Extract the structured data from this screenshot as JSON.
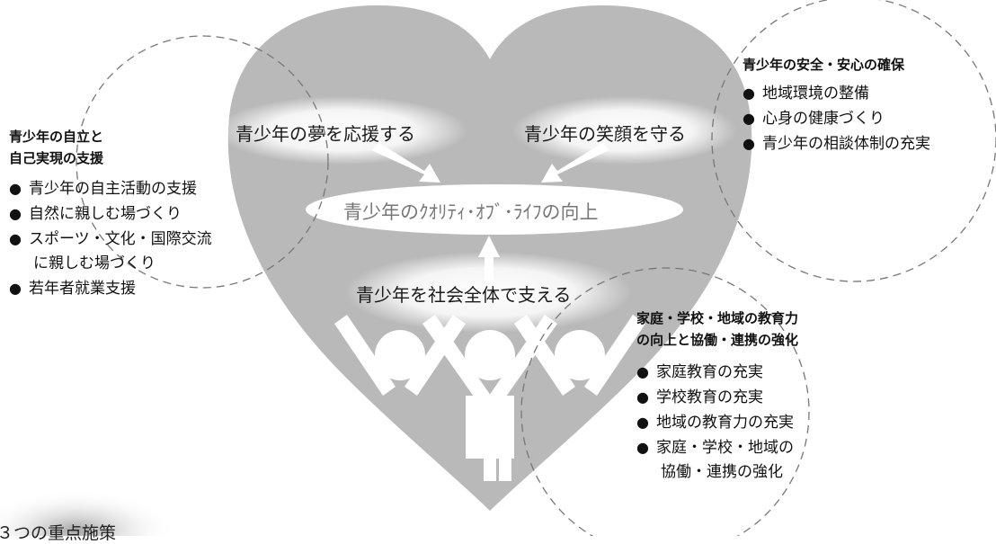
{
  "top_left_phrase": "青少年の夢を応援する",
  "top_right_phrase": "青少年の笑顔を守る",
  "center_goal": "青少年のｸｵﾘﾃｨ･ｵﾌﾞ･ﾗｲﾌの向上",
  "bottom_phrase": "青少年を社会全体で支える",
  "bullet_symbol": "●",
  "bottom_left_partial": "３つの重点施策",
  "groups": {
    "left": {
      "heading": [
        "青少年の自立と",
        "自己実現の支援"
      ],
      "items": [
        [
          "青少年の自主活動の支援"
        ],
        [
          "自然に親しむ場づくり"
        ],
        [
          "スポーツ・文化・国際交流",
          "に親しむ場づくり"
        ],
        [
          "若年者就業支援"
        ]
      ]
    },
    "right": {
      "heading": [
        "青少年の安全・安心の確保"
      ],
      "items": [
        [
          "地域環境の整備"
        ],
        [
          "心身の健康づくり"
        ],
        [
          "青少年の相談体制の充実"
        ]
      ]
    },
    "bottom": {
      "heading": [
        "家庭・学校・地域の教育力",
        "の向上と協働・連携の強化"
      ],
      "items": [
        [
          "家庭教育の充実"
        ],
        [
          "学校教育の充実"
        ],
        [
          "地域の教育力の充実"
        ],
        [
          "家庭・学校・地域の",
          "協働・連携の強化"
        ]
      ]
    }
  }
}
